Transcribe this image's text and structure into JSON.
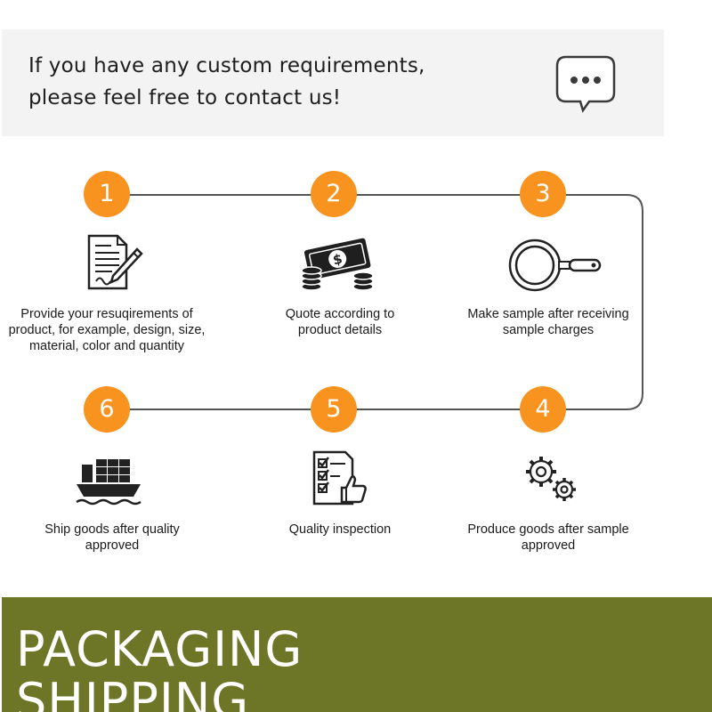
{
  "contact": {
    "lines": [
      "If you have any custom requirements,",
      "please feel free to contact us!"
    ],
    "icon": "chat-bubble-icon"
  },
  "steps": [
    {
      "number": "1",
      "icon": "document-signature-icon",
      "caption": [
        "Provide your resuqirements of",
        "product, for example, design, size,",
        "material, color and quantity"
      ]
    },
    {
      "number": "2",
      "icon": "money-coins-icon",
      "caption": [
        "Quote according to",
        "product details"
      ]
    },
    {
      "number": "3",
      "icon": "frying-pan-icon",
      "caption": [
        "Make sample after  receiving",
        "sample charges"
      ]
    },
    {
      "number": "4",
      "icon": "gears-icon",
      "caption": [
        "Produce goods after sample",
        "approved"
      ]
    },
    {
      "number": "5",
      "icon": "checklist-thumbs-up-icon",
      "caption": [
        "Quality inspection"
      ]
    },
    {
      "number": "6",
      "icon": "cargo-ship-icon",
      "caption": [
        "Ship goods after quality",
        "approved"
      ]
    }
  ],
  "colors": {
    "badge": "#f7931e",
    "banner_background": "#f4f3f4",
    "section_background": "#6c7626",
    "connector": "#555555"
  },
  "section": {
    "title_lines": [
      "PACKAGING",
      "SHIPPING"
    ]
  }
}
